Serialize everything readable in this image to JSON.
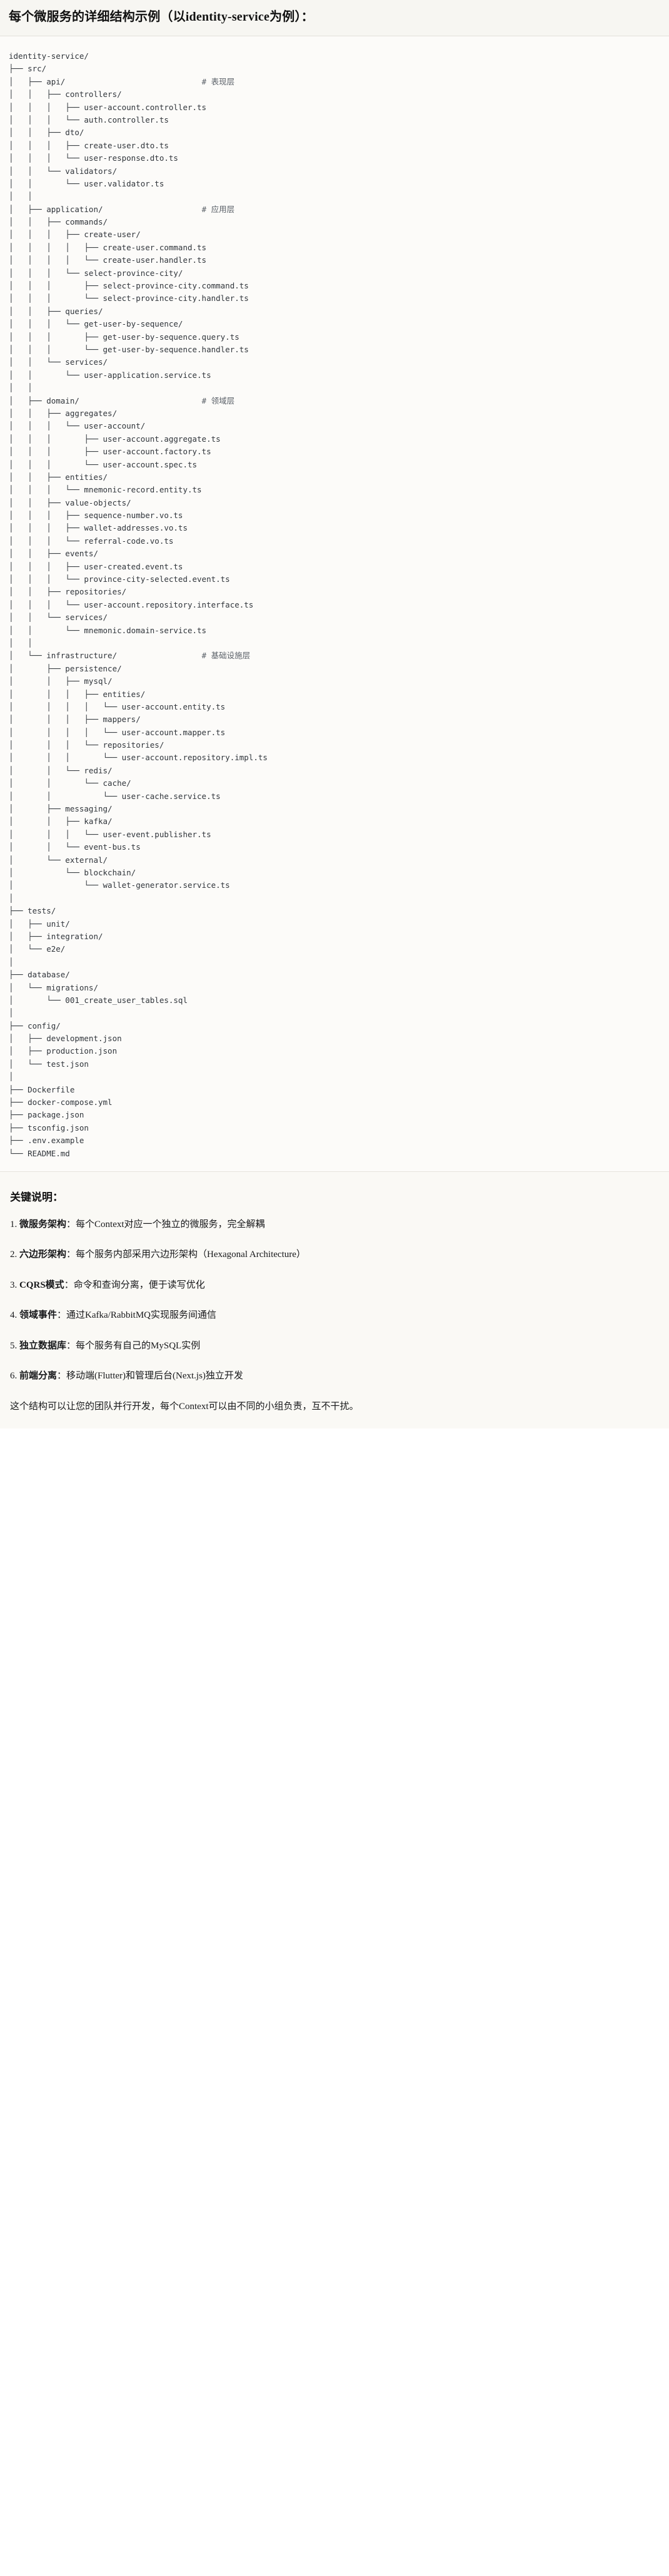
{
  "header": {
    "title": "每个微服务的详细结构示例（以identity-service为例）："
  },
  "tree": {
    "root_label": "identity-service/",
    "lines": [
      {
        "text": "identity-service/",
        "comment": ""
      },
      {
        "text": "├── src/",
        "comment": ""
      },
      {
        "text": "│   ├── api/",
        "comment": "# 表现层"
      },
      {
        "text": "│   │   ├── controllers/",
        "comment": ""
      },
      {
        "text": "│   │   │   ├── user-account.controller.ts",
        "comment": ""
      },
      {
        "text": "│   │   │   └── auth.controller.ts",
        "comment": ""
      },
      {
        "text": "│   │   ├── dto/",
        "comment": ""
      },
      {
        "text": "│   │   │   ├── create-user.dto.ts",
        "comment": ""
      },
      {
        "text": "│   │   │   └── user-response.dto.ts",
        "comment": ""
      },
      {
        "text": "│   │   └── validators/",
        "comment": ""
      },
      {
        "text": "│   │       └── user.validator.ts",
        "comment": ""
      },
      {
        "text": "│   │",
        "comment": ""
      },
      {
        "text": "│   ├── application/",
        "comment": "# 应用层"
      },
      {
        "text": "│   │   ├── commands/",
        "comment": ""
      },
      {
        "text": "│   │   │   ├── create-user/",
        "comment": ""
      },
      {
        "text": "│   │   │   │   ├── create-user.command.ts",
        "comment": ""
      },
      {
        "text": "│   │   │   │   └── create-user.handler.ts",
        "comment": ""
      },
      {
        "text": "│   │   │   └── select-province-city/",
        "comment": ""
      },
      {
        "text": "│   │   │       ├── select-province-city.command.ts",
        "comment": ""
      },
      {
        "text": "│   │   │       └── select-province-city.handler.ts",
        "comment": ""
      },
      {
        "text": "│   │   ├── queries/",
        "comment": ""
      },
      {
        "text": "│   │   │   └── get-user-by-sequence/",
        "comment": ""
      },
      {
        "text": "│   │   │       ├── get-user-by-sequence.query.ts",
        "comment": ""
      },
      {
        "text": "│   │   │       └── get-user-by-sequence.handler.ts",
        "comment": ""
      },
      {
        "text": "│   │   └── services/",
        "comment": ""
      },
      {
        "text": "│   │       └── user-application.service.ts",
        "comment": ""
      },
      {
        "text": "│   │",
        "comment": ""
      },
      {
        "text": "│   ├── domain/",
        "comment": "# 领域层"
      },
      {
        "text": "│   │   ├── aggregates/",
        "comment": ""
      },
      {
        "text": "│   │   │   └── user-account/",
        "comment": ""
      },
      {
        "text": "│   │   │       ├── user-account.aggregate.ts",
        "comment": ""
      },
      {
        "text": "│   │   │       ├── user-account.factory.ts",
        "comment": ""
      },
      {
        "text": "│   │   │       └── user-account.spec.ts",
        "comment": ""
      },
      {
        "text": "│   │   ├── entities/",
        "comment": ""
      },
      {
        "text": "│   │   │   └── mnemonic-record.entity.ts",
        "comment": ""
      },
      {
        "text": "│   │   ├── value-objects/",
        "comment": ""
      },
      {
        "text": "│   │   │   ├── sequence-number.vo.ts",
        "comment": ""
      },
      {
        "text": "│   │   │   ├── wallet-addresses.vo.ts",
        "comment": ""
      },
      {
        "text": "│   │   │   └── referral-code.vo.ts",
        "comment": ""
      },
      {
        "text": "│   │   ├── events/",
        "comment": ""
      },
      {
        "text": "│   │   │   ├── user-created.event.ts",
        "comment": ""
      },
      {
        "text": "│   │   │   └── province-city-selected.event.ts",
        "comment": ""
      },
      {
        "text": "│   │   ├── repositories/",
        "comment": ""
      },
      {
        "text": "│   │   │   └── user-account.repository.interface.ts",
        "comment": ""
      },
      {
        "text": "│   │   └── services/",
        "comment": ""
      },
      {
        "text": "│   │       └── mnemonic.domain-service.ts",
        "comment": ""
      },
      {
        "text": "│   │",
        "comment": ""
      },
      {
        "text": "│   └── infrastructure/",
        "comment": "# 基础设施层"
      },
      {
        "text": "│       ├── persistence/",
        "comment": ""
      },
      {
        "text": "│       │   ├── mysql/",
        "comment": ""
      },
      {
        "text": "│       │   │   ├── entities/",
        "comment": ""
      },
      {
        "text": "│       │   │   │   └── user-account.entity.ts",
        "comment": ""
      },
      {
        "text": "│       │   │   ├── mappers/",
        "comment": ""
      },
      {
        "text": "│       │   │   │   └── user-account.mapper.ts",
        "comment": ""
      },
      {
        "text": "│       │   │   └── repositories/",
        "comment": ""
      },
      {
        "text": "│       │   │       └── user-account.repository.impl.ts",
        "comment": ""
      },
      {
        "text": "│       │   └── redis/",
        "comment": ""
      },
      {
        "text": "│       │       └── cache/",
        "comment": ""
      },
      {
        "text": "│       │           └── user-cache.service.ts",
        "comment": ""
      },
      {
        "text": "│       ├── messaging/",
        "comment": ""
      },
      {
        "text": "│       │   ├── kafka/",
        "comment": ""
      },
      {
        "text": "│       │   │   └── user-event.publisher.ts",
        "comment": ""
      },
      {
        "text": "│       │   └── event-bus.ts",
        "comment": ""
      },
      {
        "text": "│       └── external/",
        "comment": ""
      },
      {
        "text": "│           └── blockchain/",
        "comment": ""
      },
      {
        "text": "│               └── wallet-generator.service.ts",
        "comment": ""
      },
      {
        "text": "│",
        "comment": ""
      },
      {
        "text": "├── tests/",
        "comment": ""
      },
      {
        "text": "│   ├── unit/",
        "comment": ""
      },
      {
        "text": "│   ├── integration/",
        "comment": ""
      },
      {
        "text": "│   └── e2e/",
        "comment": ""
      },
      {
        "text": "│",
        "comment": ""
      },
      {
        "text": "├── database/",
        "comment": ""
      },
      {
        "text": "│   └── migrations/",
        "comment": ""
      },
      {
        "text": "│       └── 001_create_user_tables.sql",
        "comment": ""
      },
      {
        "text": "│",
        "comment": ""
      },
      {
        "text": "├── config/",
        "comment": ""
      },
      {
        "text": "│   ├── development.json",
        "comment": ""
      },
      {
        "text": "│   ├── production.json",
        "comment": ""
      },
      {
        "text": "│   └── test.json",
        "comment": ""
      },
      {
        "text": "│",
        "comment": ""
      },
      {
        "text": "├── Dockerfile",
        "comment": ""
      },
      {
        "text": "├── docker-compose.yml",
        "comment": ""
      },
      {
        "text": "├── package.json",
        "comment": ""
      },
      {
        "text": "├── tsconfig.json",
        "comment": ""
      },
      {
        "text": "├── .env.example",
        "comment": ""
      },
      {
        "text": "└── README.md",
        "comment": ""
      }
    ]
  },
  "notes": {
    "title": "关键说明：",
    "items": [
      {
        "num": "1.",
        "term": "微服务架构",
        "sep": "：",
        "desc": "每个Context对应一个独立的微服务，完全解耦"
      },
      {
        "num": "2.",
        "term": "六边形架构",
        "sep": "：",
        "desc": "每个服务内部采用六边形架构（Hexagonal Architecture）"
      },
      {
        "num": "3.",
        "term": "CQRS模式",
        "sep": "：",
        "desc": "命令和查询分离，便于读写优化"
      },
      {
        "num": "4.",
        "term": "领域事件",
        "sep": "：",
        "desc": "通过Kafka/RabbitMQ实现服务间通信"
      },
      {
        "num": "5.",
        "term": "独立数据库",
        "sep": "：",
        "desc": "每个服务有自己的MySQL实例"
      },
      {
        "num": "6.",
        "term": "前端分离",
        "sep": "：",
        "desc": "移动端(Flutter)和管理后台(Next.js)独立开发"
      }
    ],
    "footer": "这个结构可以让您的团队并行开发，每个Context可以由不同的小组负责，互不干扰。"
  },
  "colors": {
    "header_bg": "#f7f6f2",
    "code_bg": "#fcfbf9",
    "notes_bg": "#faf9f5",
    "text": "#1b1b1b",
    "code_text": "#30353b",
    "comment_text": "#5a6068",
    "divider": "#e2e0da"
  }
}
